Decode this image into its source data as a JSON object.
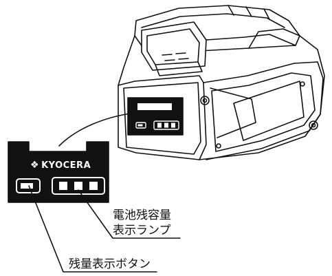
{
  "callout": {
    "battery_lamp_line1": "電池残容量",
    "battery_lamp_line2": "表示ランプ",
    "remaining_button": "残量表示ボタン"
  },
  "panel": {
    "brand": "KYOCERA",
    "lamp_count": 3
  },
  "colors": {
    "line": "#111111",
    "panel": "#111111",
    "lamp_window": "#ffffff",
    "background": "#ffffff"
  }
}
